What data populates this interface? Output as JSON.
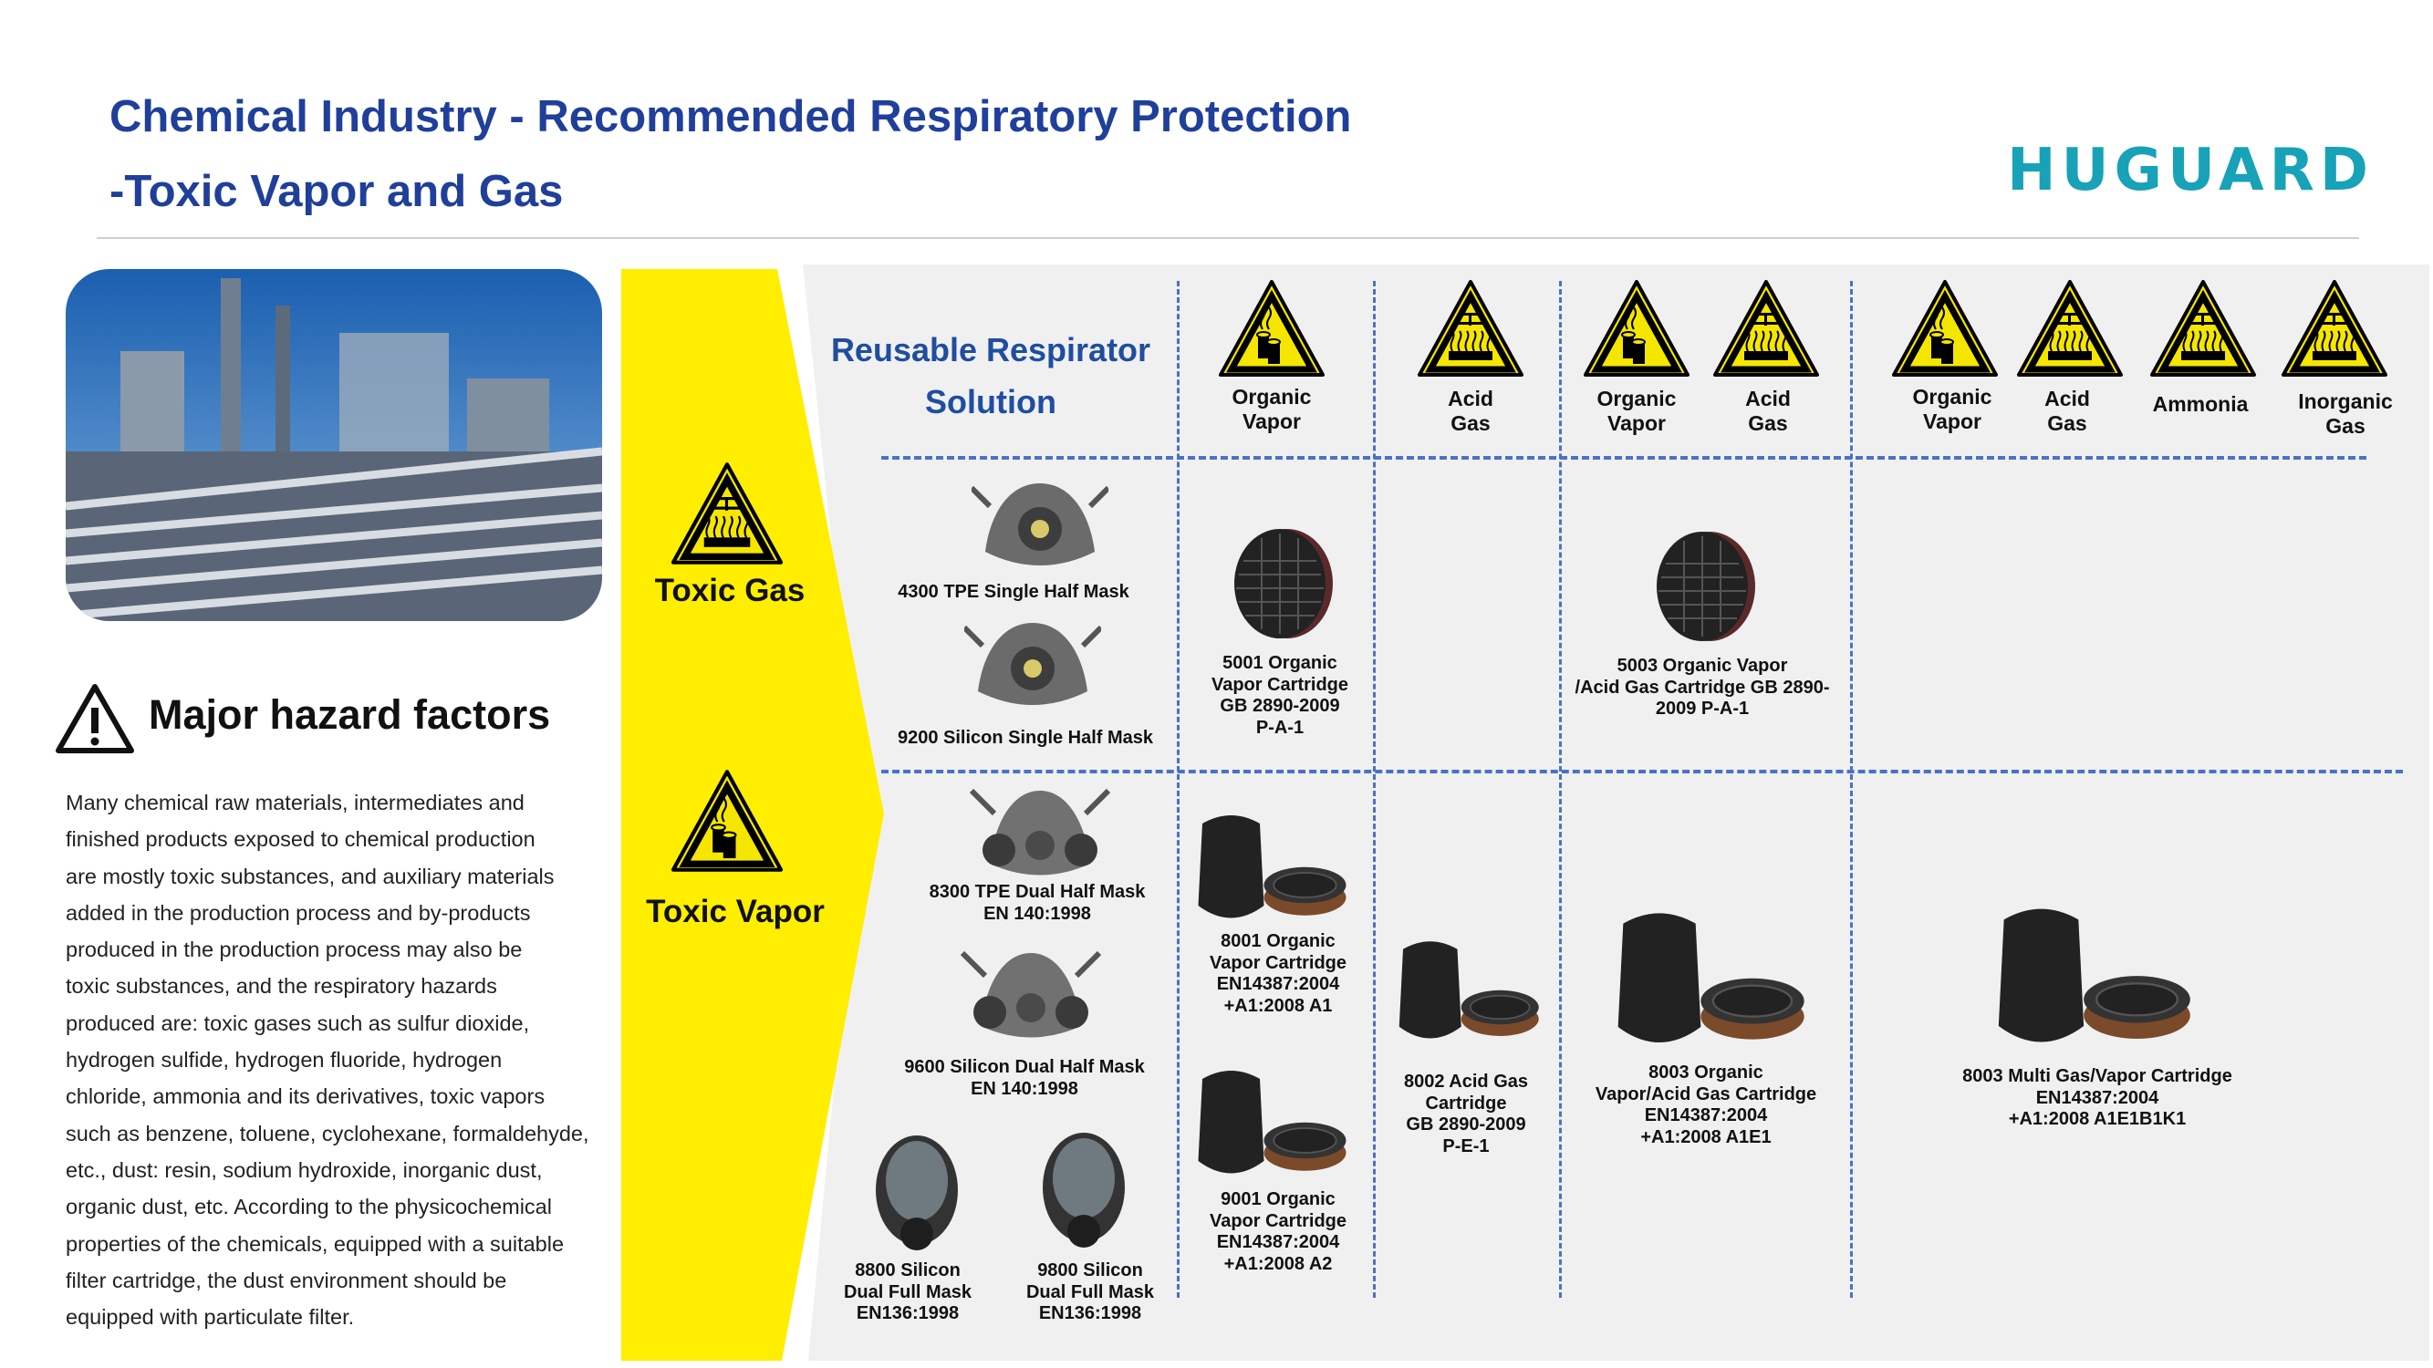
{
  "header": {
    "title_line1": "Chemical Industry - Recommended Respiratory Protection",
    "title_line2": "-Toxic Vapor and Gas",
    "logo": "HUGUARD"
  },
  "hazards": {
    "title": "Major hazard factors",
    "paragraph_lines": [
      "Many chemical raw materials, intermediates and",
      "finished products exposed to chemical production",
      "are mostly toxic substances, and auxiliary materials",
      "added in the production process and by-products",
      "produced in the production process may also be",
      "toxic substances, and the respiratory hazards",
      "produced are: toxic gases such as sulfur dioxide,",
      "hydrogen sulfide, hydrogen fluoride, hydrogen",
      "chloride, ammonia and its derivatives, toxic vapors",
      "such as benzene, toluene, cyclohexane, formaldehyde,",
      "etc., dust: resin, sodium hydroxide, inorganic dust,",
      "organic dust, etc. According to the physicochemical",
      "properties of the chemicals, equipped with a suitable",
      "filter cartridge, the dust environment should be",
      "equipped with particulate filter."
    ]
  },
  "band": {
    "toxic_gas": "Toxic Gas",
    "toxic_vapor": "Toxic Vapor"
  },
  "solution": {
    "line1": "Reusable Respirator",
    "line2": "Solution"
  },
  "columns": [
    {
      "l1": "Organic",
      "l2": "Vapor",
      "icon": "organic-vapor"
    },
    {
      "l1": "Acid",
      "l2": "Gas",
      "icon": "acid-gas"
    },
    {
      "l1": "Organic",
      "l2": "Vapor",
      "icon": "organic-vapor"
    },
    {
      "l1": "Acid",
      "l2": "Gas",
      "icon": "acid-gas"
    },
    {
      "l1": "Organic",
      "l2": "Vapor",
      "icon": "organic-vapor"
    },
    {
      "l1": "Acid",
      "l2": "Gas",
      "icon": "acid-gas"
    },
    {
      "l1": "Ammonia",
      "l2": "",
      "icon": "acid-gas"
    },
    {
      "l1": "Inorganic",
      "l2": "Gas",
      "icon": "acid-gas"
    }
  ],
  "masks": [
    [
      "4300 TPE Single Half Mask"
    ],
    [
      "9200 Silicon Single Half Mask"
    ],
    [
      "8300 TPE Dual Half Mask",
      "EN 140:1998"
    ],
    [
      "9600 Silicon Dual Half Mask",
      "EN 140:1998"
    ],
    [
      "8800 Silicon",
      "Dual Full Mask",
      "EN136:1998"
    ],
    [
      "9800 Silicon",
      "Dual Full Mask",
      "EN136:1998"
    ]
  ],
  "cartridges": [
    [
      "5001 Organic",
      "Vapor Cartridge",
      "GB 2890-2009",
      "P-A-1"
    ],
    [
      "5003 Organic Vapor",
      "/Acid Gas Cartridge GB 2890-",
      "2009 P-A-1"
    ],
    [
      "8001 Organic",
      "Vapor Cartridge",
      "EN14387:2004",
      "+A1:2008 A1"
    ],
    [
      "9001 Organic",
      "Vapor Cartridge",
      "EN14387:2004",
      "+A1:2008 A2"
    ],
    [
      "8002 Acid Gas",
      "Cartridge",
      "GB 2890-2009",
      "P-E-1"
    ],
    [
      "8003 Organic",
      "Vapor/Acid Gas Cartridge",
      "EN14387:2004",
      "+A1:2008 A1E1"
    ],
    [
      "8003 Multi Gas/Vapor Cartridge",
      "EN14387:2004",
      "+A1:2008 A1E1B1K1"
    ]
  ],
  "colors": {
    "title": "#1f3f9a",
    "logo": "#17a2b8",
    "band": "#ffee00",
    "panel": "#f0f0f0",
    "dash": "#4a72c4"
  }
}
